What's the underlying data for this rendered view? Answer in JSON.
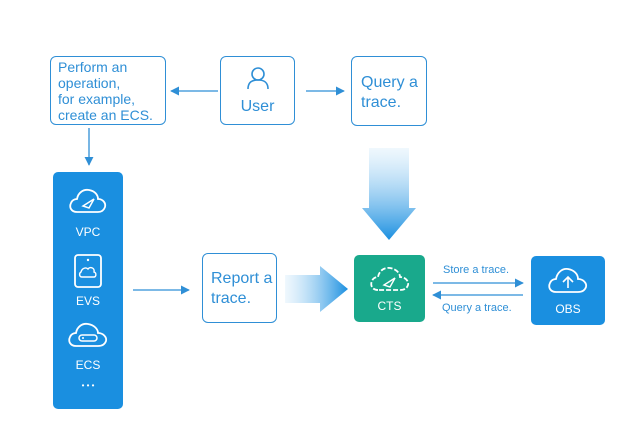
{
  "nodes": {
    "perform": "Perform an\noperation,\nfor example,\ncreate an ECS.",
    "user": "User",
    "query": "Query a\ntrace.",
    "report": "Report a\ntrace.",
    "cts": "CTS",
    "obs": "OBS"
  },
  "services": [
    {
      "label": "VPC",
      "icon": "vpc-cloud-icon"
    },
    {
      "label": "EVS",
      "icon": "evs-disk-icon"
    },
    {
      "label": "ECS",
      "icon": "ecs-cloud-icon"
    }
  ],
  "services_more": "• • •",
  "edges": {
    "store": "Store a trace.",
    "query": "Query a trace."
  },
  "colors": {
    "blue": "#2f8fd6",
    "panel_blue": "#1a8fe0",
    "cts_green": "#19a98c"
  }
}
